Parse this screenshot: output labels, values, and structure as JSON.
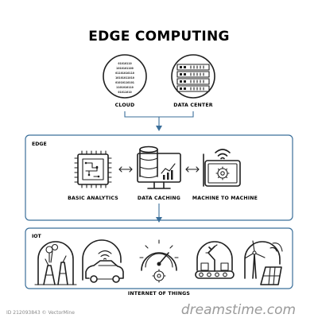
{
  "title": "EDGE COMPUTING",
  "top_nodes": [
    {
      "label": "CLOUD",
      "icon": "binary-globe-icon"
    },
    {
      "label": "DATA CENTER",
      "icon": "server-rack-globe-icon"
    }
  ],
  "edge_section": {
    "label": "EDGE",
    "nodes": [
      {
        "label": "BASIC ANALYTICS",
        "icon": "processor-chip-icon"
      },
      {
        "label": "DATA CACHING",
        "icon": "database-monitor-icon"
      },
      {
        "label": "MACHINE TO MACHINE",
        "icon": "wireless-tablet-gear-icon"
      }
    ]
  },
  "iot_section": {
    "label": "IOT",
    "caption": "INTERNET OF THINGS",
    "icons": [
      "power-plant-icon",
      "connected-car-icon",
      "speedometer-gear-icon",
      "factory-robot-icon",
      "wind-solar-icon"
    ]
  },
  "watermark": {
    "text": "dreamstime.com",
    "id_text": "ID 212093843 © VectorMine"
  },
  "colors": {
    "frame": "#3b6f9a",
    "ink": "#1f1f1f"
  }
}
